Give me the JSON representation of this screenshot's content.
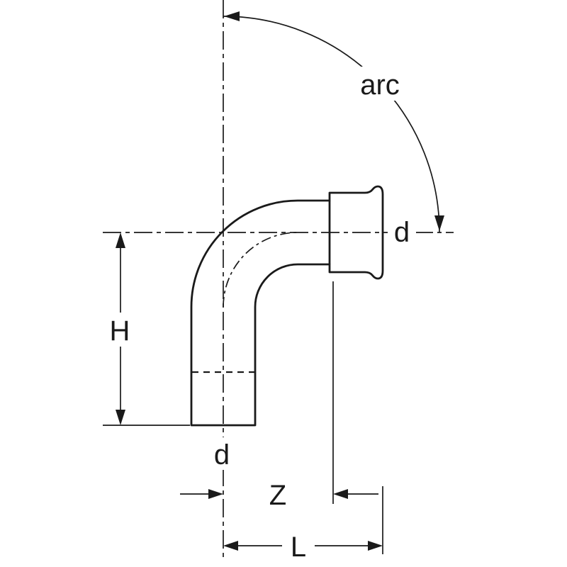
{
  "diagram": {
    "labels": {
      "arc": "arc",
      "height": "H",
      "diameter_bottom": "d",
      "diameter_right": "d",
      "z_length": "Z",
      "total_length": "L"
    },
    "colors": {
      "line": "#1a1a1a",
      "background": "#ffffff"
    }
  }
}
